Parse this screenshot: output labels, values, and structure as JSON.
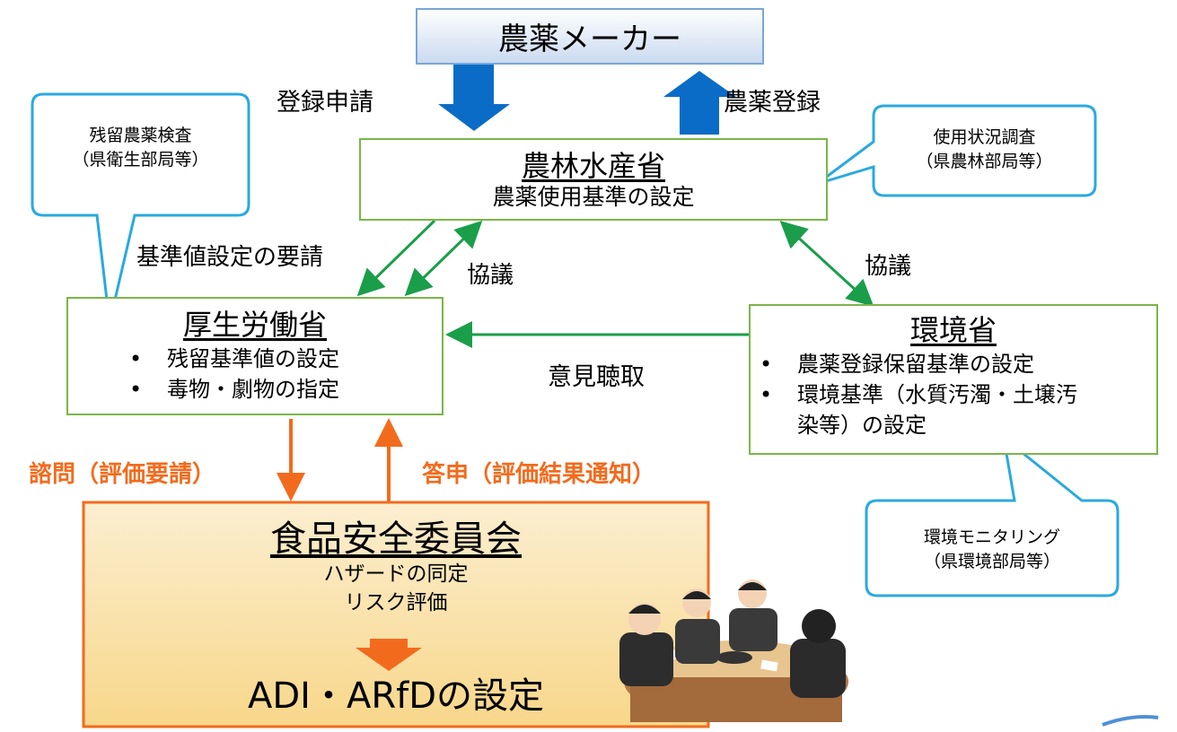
{
  "maker": {
    "title": "農薬メーカー"
  },
  "arrows": {
    "registration_request": "登録申請",
    "pesticide_registration": "農薬登録",
    "standard_request": "基準値設定の要請",
    "consult_left": "協議",
    "consult_right": "協議",
    "opinion_hearing": "意見聴取",
    "inquiry": "諮問（評価要請）",
    "report": "答申（評価結果通知）"
  },
  "maff": {
    "title": "農林水産省",
    "subtitle": "農薬使用基準の設定"
  },
  "mhlw": {
    "title": "厚生労働省",
    "items": [
      "残留基準値の設定",
      "毒物・劇物の指定"
    ]
  },
  "moe": {
    "title": "環境省",
    "items": [
      "農薬登録保留基準の設定",
      "環境基準（水質汚濁・土壌汚",
      "染等）の設定"
    ]
  },
  "fsc": {
    "title": "食品安全委員会",
    "line1": "ハザードの同定",
    "line2": "リスク評価",
    "result": "ADI・ARfDの設定"
  },
  "callouts": {
    "residue_inspection": {
      "line1": "残留農薬検査",
      "line2": "（県衛生部局等）"
    },
    "usage_survey": {
      "line1": "使用状況調査",
      "line2": "（県農林部局等）"
    },
    "env_monitoring": {
      "line1": "環境モニタリング",
      "line2": "（県環境部局等）"
    }
  },
  "colors": {
    "box_border": "#7ab648",
    "green_arrow": "#1a9e4a",
    "blue_arrow": "#0a6cc7",
    "orange": "#f26b1d",
    "callout_border": "#29a9e0"
  },
  "illustration": "meeting-people-icon"
}
